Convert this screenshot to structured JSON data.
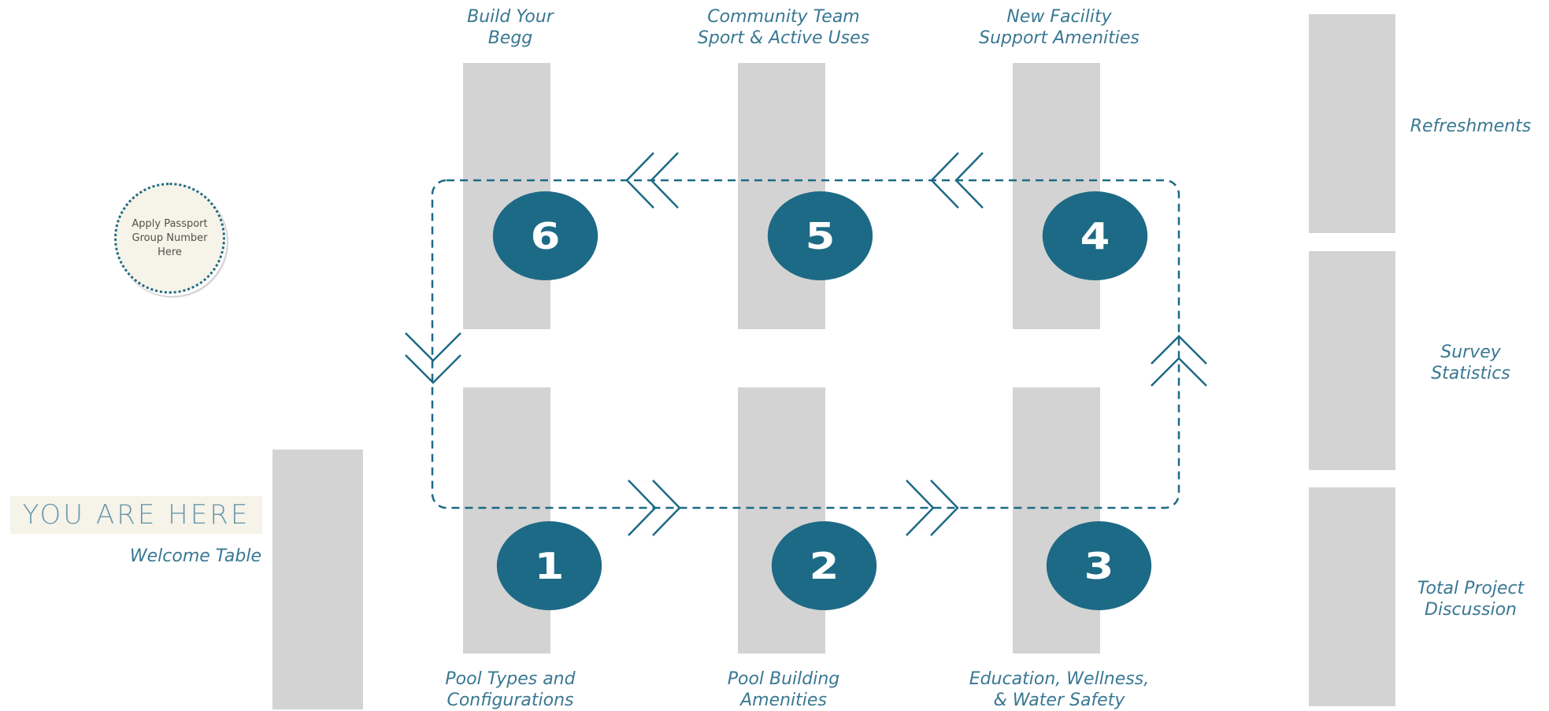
{
  "stations": {
    "s1": {
      "number": "1",
      "caption": "Pool Types and\nConfigurations"
    },
    "s2": {
      "number": "2",
      "caption": "Pool Building\nAmenities"
    },
    "s3": {
      "number": "3",
      "caption": "Education, Wellness,\n& Water Safety"
    },
    "s4": {
      "number": "4",
      "caption": "New Facility\nSupport Amenities"
    },
    "s5": {
      "number": "5",
      "caption": "Community Team\nSport & Active Uses"
    },
    "s6": {
      "number": "6",
      "caption": "Build Your\nBegg"
    }
  },
  "side_stations": {
    "refreshments": "Refreshments",
    "survey": "Survey\nStatistics",
    "discussion": "Total Project\nDiscussion"
  },
  "entrance": {
    "you_are_here": "YOU ARE HERE",
    "welcome": "Welcome Table"
  },
  "passport_stamp": "Apply Passport\nGroup Number\nHere",
  "colors": {
    "accent": "#1d6a86",
    "label": "#3a7893",
    "board": "#d3d3d3",
    "cream": "#f6f3e9"
  }
}
